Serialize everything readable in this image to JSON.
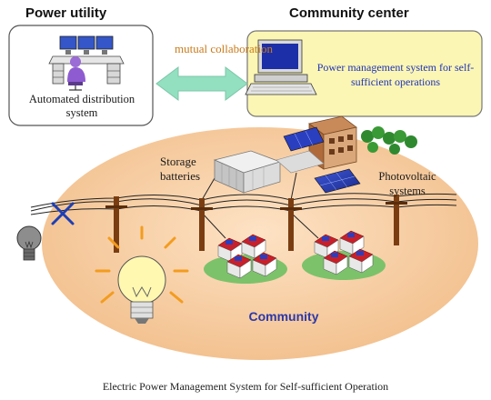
{
  "power_utility": {
    "title": "Power utility",
    "caption": "Automated distribution system"
  },
  "community_center": {
    "title": "Community center",
    "caption": "Power management system for self-sufficient operations"
  },
  "link": {
    "caption": "mutual collaboration"
  },
  "community": {
    "storage_label": "Storage batteries",
    "pv_label": "Photovoltaic systems",
    "label": "Community"
  },
  "figure_caption": "Electric Power Management System for Self-sufficient Operation",
  "colors": {
    "ellipse_fill": "#f3c79a",
    "center_box": "#fbf6b4",
    "arrow": "#93e0c1",
    "collab_text": "#c97a1a",
    "community_text": "#2c37a8",
    "pms_text": "#1f33b8",
    "pole": "#7a3d12",
    "roof": "#c8202a"
  }
}
